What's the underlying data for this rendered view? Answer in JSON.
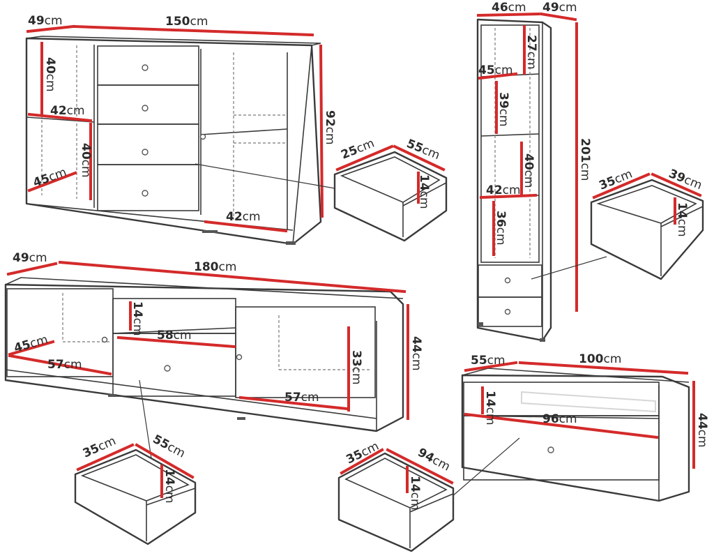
{
  "unit": "cm",
  "colors": {
    "dimension_line": "#d42a2a",
    "outline": "#3a3a3a"
  },
  "sideboard": {
    "depth": "49",
    "width": "150",
    "height": "92",
    "left_upper_shelf_height": "40",
    "left_shelf_width": "42",
    "left_lower_shelf_height": "40",
    "left_shelf_depth": "45",
    "right_shelf_width": "42"
  },
  "sideboard_drawer": {
    "depth": "25",
    "width": "55",
    "height": "14"
  },
  "cabinet": {
    "width": "46",
    "depth": "49",
    "height": "201",
    "shelf1_height": "27",
    "shelf_depth": "45",
    "shelf2_height": "39",
    "shelf3_height": "40",
    "shelf_width": "42",
    "shelf4_height": "36"
  },
  "cabinet_drawer": {
    "depth": "35",
    "width": "39",
    "height": "14"
  },
  "tv_stand": {
    "depth": "49",
    "width": "180",
    "height": "44",
    "niche_height": "14",
    "niche_width": "58",
    "left_depth": "45",
    "left_width": "57",
    "right_height": "33",
    "right_width": "57"
  },
  "tv_drawer": {
    "depth": "35",
    "width": "55",
    "height": "14"
  },
  "coffee_table": {
    "depth": "55",
    "width": "100",
    "height": "44",
    "shelf_height": "14",
    "shelf_width": "96"
  },
  "coffee_drawer": {
    "depth": "35",
    "width": "94",
    "height": "14"
  }
}
